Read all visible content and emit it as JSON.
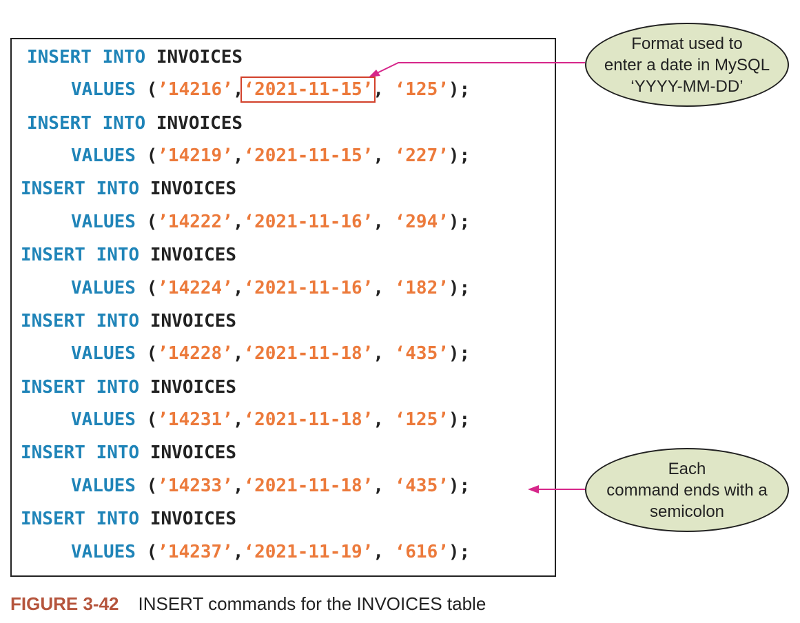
{
  "code": {
    "keyword_insert": "INSERT",
    "keyword_into": "INTO",
    "table_name": "INVOICES",
    "keyword_values": "VALUES",
    "rows": [
      {
        "invoice_num": "’14216’",
        "date": "‘2021-11-15’",
        "cust": "‘125’"
      },
      {
        "invoice_num": "’14219’",
        "date": "‘2021-11-15’",
        "cust": "‘227’"
      },
      {
        "invoice_num": "’14222’",
        "date": "‘2021-11-16’",
        "cust": "‘294’"
      },
      {
        "invoice_num": "’14224’",
        "date": "‘2021-11-16’",
        "cust": "‘182’"
      },
      {
        "invoice_num": "’14228’",
        "date": "‘2021-11-18’",
        "cust": "‘435’"
      },
      {
        "invoice_num": "’14231’",
        "date": "‘2021-11-18’",
        "cust": "‘125’"
      },
      {
        "invoice_num": "’14233’",
        "date": "‘2021-11-18’",
        "cust": "‘435’"
      },
      {
        "invoice_num": "’14237’",
        "date": "‘2021-11-19’",
        "cust": "‘616’"
      }
    ]
  },
  "callouts": {
    "date_format": {
      "lines": [
        "Format used to",
        "enter a date in MySQL",
        "‘YYYY-MM-DD’"
      ]
    },
    "semicolon": {
      "lines": [
        "Each",
        "command ends with a",
        "semicolon"
      ]
    }
  },
  "caption": {
    "figure_number": "FIGURE 3-42",
    "text": "INSERT commands for the INVOICES table"
  },
  "colors": {
    "keyword": "#1f84b8",
    "string": "#ec7a3b",
    "highlight_box": "#d2402a",
    "arrow": "#d6268a",
    "callout_fill": "#dfe6c6",
    "figure_label": "#b5543c"
  }
}
